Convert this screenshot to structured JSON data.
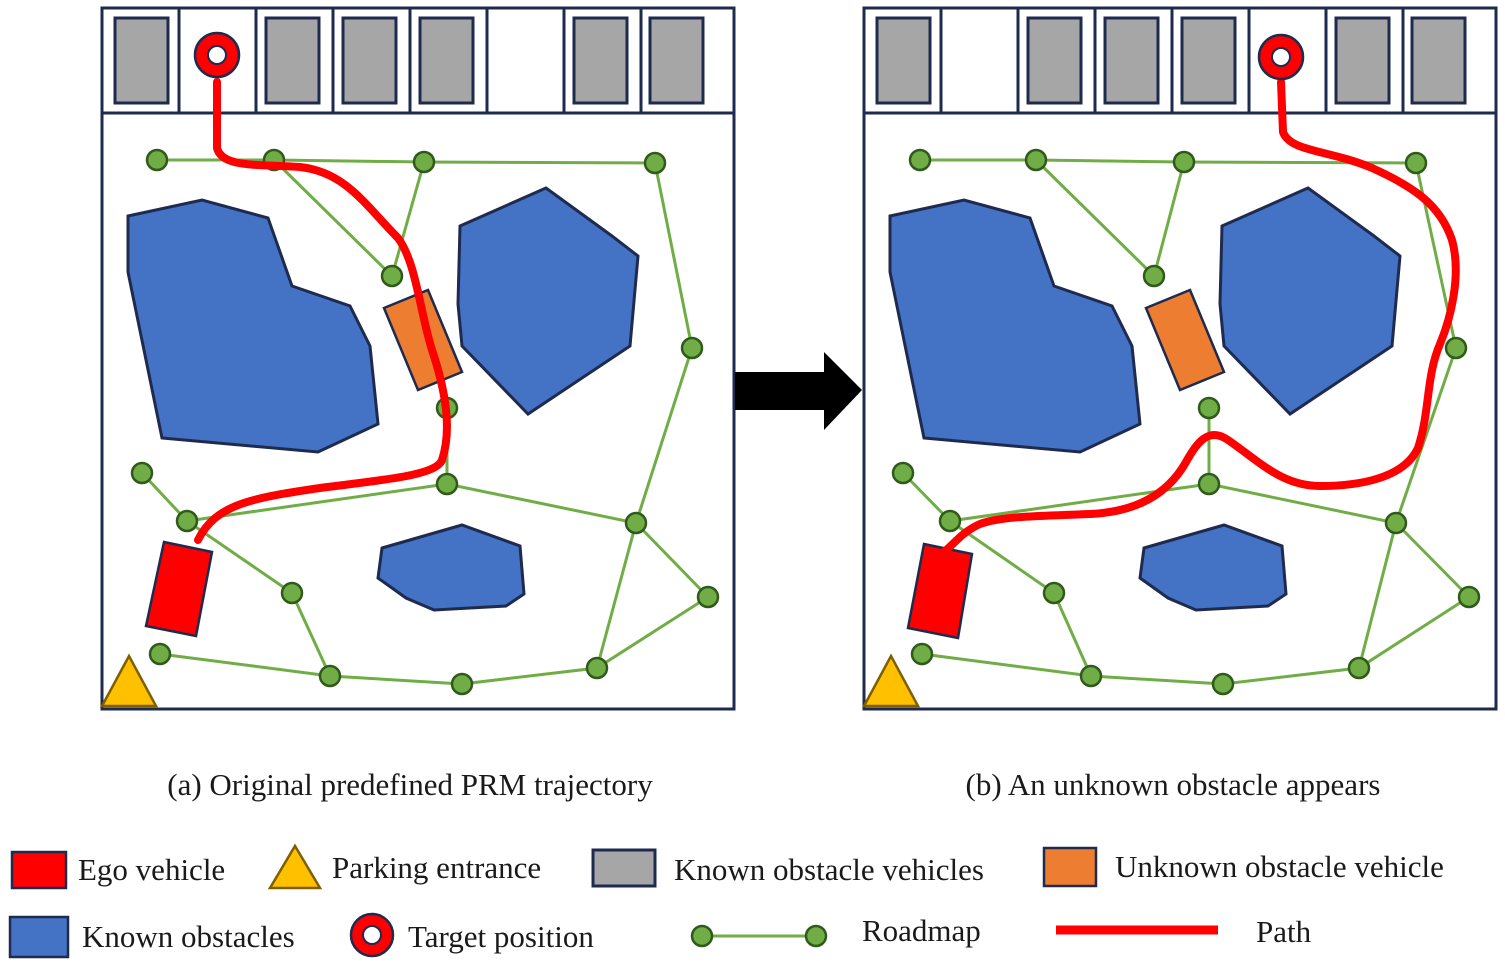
{
  "panels": [
    {
      "caption": "(a) Original predefined PRM trajectory"
    },
    {
      "caption": "(b) An unknown obstacle appears"
    }
  ],
  "legend": {
    "ego_vehicle": "Ego vehicle",
    "parking_entrance": "Parking entrance",
    "known_obstacle_vehicles": "Known obstacle vehicles",
    "unknown_obstacle_vehicle": "Unknown obstacle vehicle",
    "known_obstacles": "Known obstacles",
    "target_position": "Target position",
    "roadmap": "Roadmap",
    "path": "Path"
  },
  "colors": {
    "ego_vehicle": "#ff0000",
    "parking_entrance": "#ffc000",
    "known_obstacle_vehicle": "#a6a6a6",
    "unknown_obstacle_vehicle": "#ed7d31",
    "known_obstacle": "#4472c4",
    "roadmap_node": "#70ad47",
    "path": "#ff0000",
    "border": "#1f2a4f"
  }
}
